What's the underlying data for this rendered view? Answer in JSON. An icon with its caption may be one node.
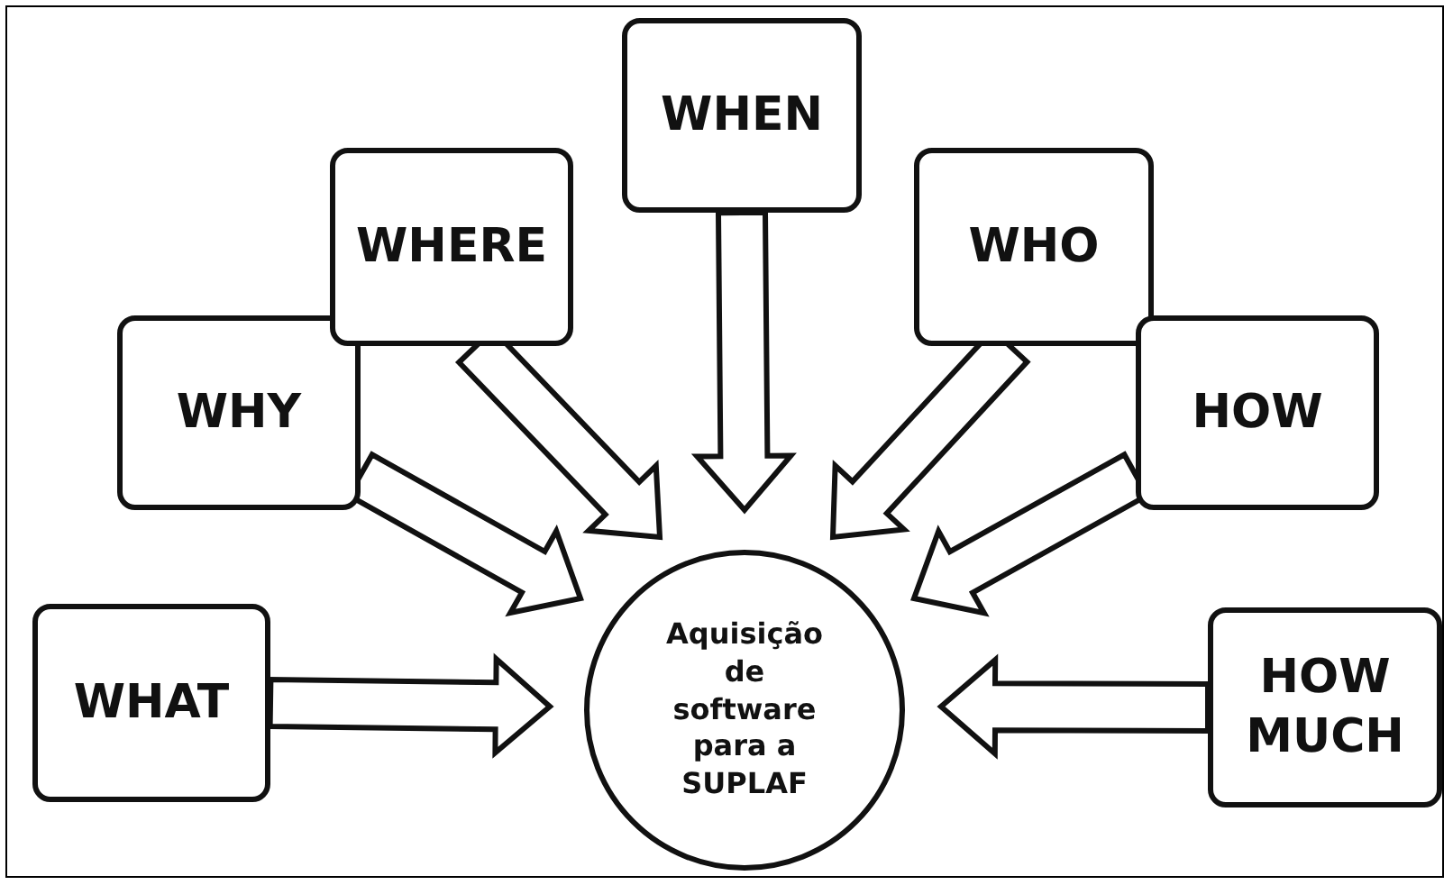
{
  "diagram": {
    "nodes": [
      {
        "text": [
          "WHAT"
        ]
      },
      {
        "text": [
          "WHY"
        ]
      },
      {
        "text": [
          "WHERE"
        ]
      },
      {
        "text": [
          "WHEN"
        ]
      },
      {
        "text": [
          "WHO"
        ]
      },
      {
        "text": [
          "HOW"
        ]
      },
      {
        "text": [
          "HOW MUCH"
        ]
      },
      {
        "text": [
          "Aquisição de software para a SUPLAF"
        ]
      }
    ],
    "edges": [
      {
        "from": 0,
        "to": 7,
        "arrow": "to"
      },
      {
        "from": 1,
        "to": 7,
        "arrow": "to"
      },
      {
        "from": 2,
        "to": 7,
        "arrow": "to"
      },
      {
        "from": 3,
        "to": 7,
        "arrow": "to"
      },
      {
        "from": 4,
        "to": 7,
        "arrow": "to"
      },
      {
        "from": 5,
        "to": 7,
        "arrow": "to"
      },
      {
        "from": 6,
        "to": 7,
        "arrow": "to"
      }
    ]
  }
}
